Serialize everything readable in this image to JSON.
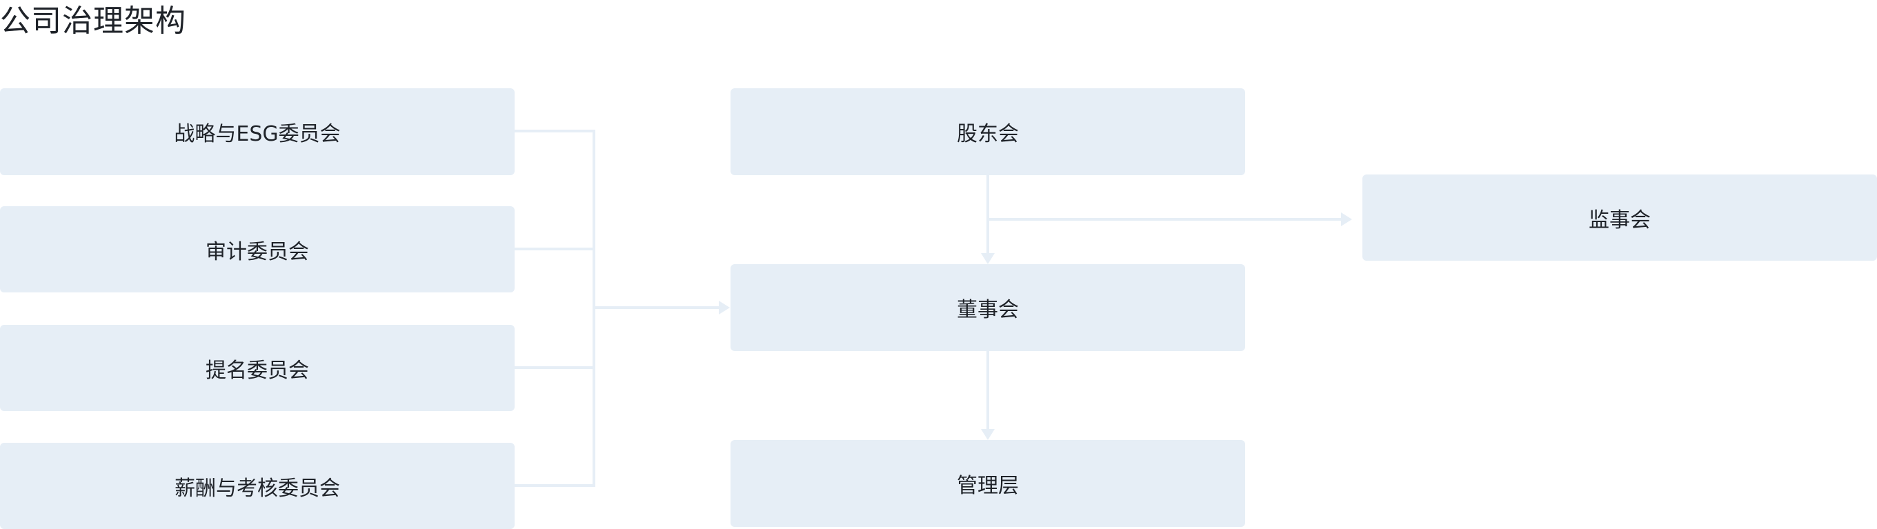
{
  "title": "公司治理架构",
  "committees": [
    {
      "label": "战略与ESG委员会"
    },
    {
      "label": "审计委员会"
    },
    {
      "label": "提名委员会"
    },
    {
      "label": "薪酬与考核委员会"
    }
  ],
  "core": {
    "shareholders": "股东会",
    "board": "董事会",
    "management": "管理层"
  },
  "supervisory": "监事会",
  "colors": {
    "node_fill": "#e6eef6",
    "connector": "#e6eef6",
    "text": "#1f2329"
  }
}
